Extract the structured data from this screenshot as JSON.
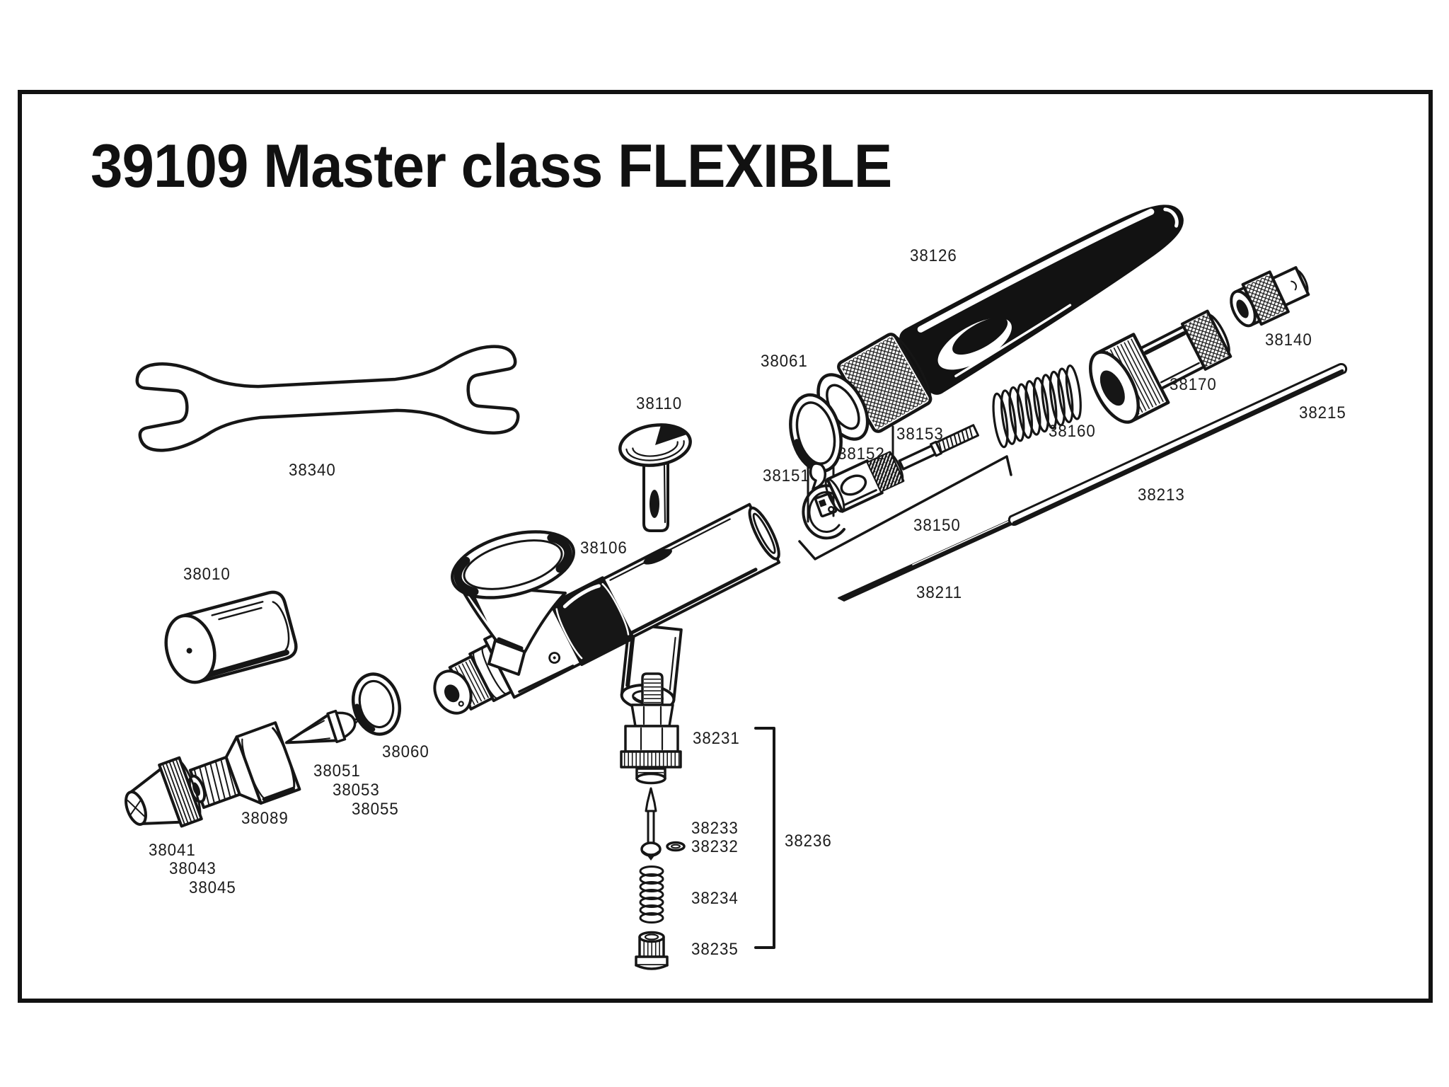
{
  "title": "39109 Master class FLEXIBLE",
  "parts": [
    {
      "label": "38340"
    },
    {
      "label": "38010"
    },
    {
      "label": "38126"
    },
    {
      "label": "38061"
    },
    {
      "label": "38140"
    },
    {
      "label": "38170"
    },
    {
      "label": "38160"
    },
    {
      "label": "38215"
    },
    {
      "label": "38213"
    },
    {
      "label": "38211"
    },
    {
      "label": "38150"
    },
    {
      "label": "38151"
    },
    {
      "label": "38152"
    },
    {
      "label": "38153"
    },
    {
      "label": "38110"
    },
    {
      "label": "38106"
    },
    {
      "label": "38060"
    },
    {
      "label": "38051"
    },
    {
      "label": "38053"
    },
    {
      "label": "38055"
    },
    {
      "label": "38089"
    },
    {
      "label": "38041"
    },
    {
      "label": "38043"
    },
    {
      "label": "38045"
    },
    {
      "label": "38231"
    },
    {
      "label": "38233"
    },
    {
      "label": "38232"
    },
    {
      "label": "38236"
    },
    {
      "label": "38234"
    },
    {
      "label": "38235"
    }
  ]
}
